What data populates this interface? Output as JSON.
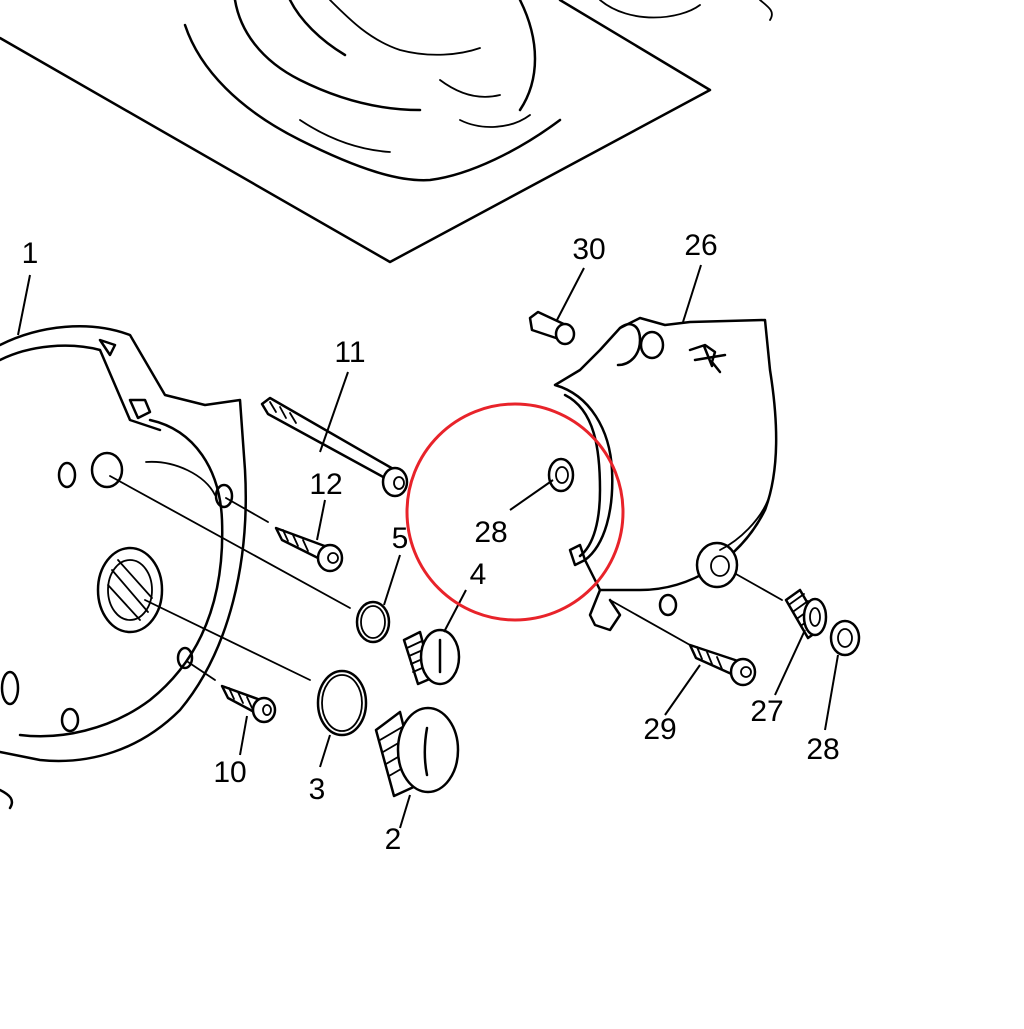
{
  "highlight_color": "#e8232a",
  "line_color": "#000000",
  "background": "#ffffff",
  "callouts": {
    "c1": "1",
    "c2": "2",
    "c3": "3",
    "c4": "4",
    "c5": "5",
    "c10": "10",
    "c11": "11",
    "c12": "12",
    "c26": "26",
    "c27": "27",
    "c28_left": "28",
    "c28_right": "28",
    "c29": "29",
    "c30": "30"
  }
}
